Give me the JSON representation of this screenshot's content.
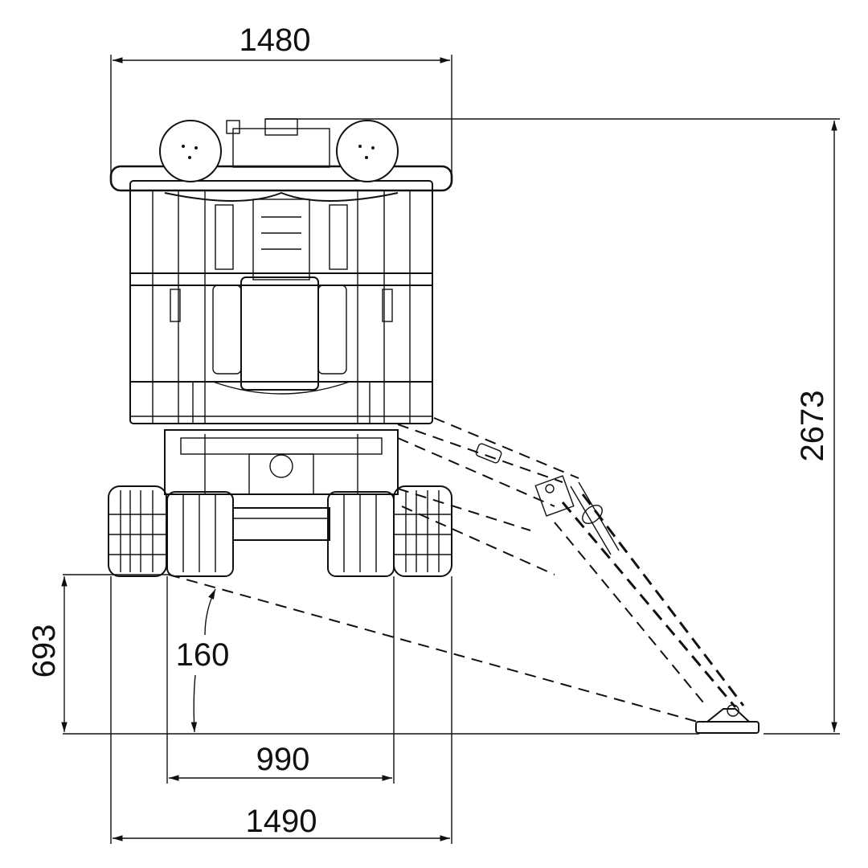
{
  "dimensions": {
    "top_width": "1480",
    "height": "2673",
    "outrigger_height": "693",
    "clearance": "160",
    "track_inner_width": "990",
    "track_outer_width": "1490"
  }
}
